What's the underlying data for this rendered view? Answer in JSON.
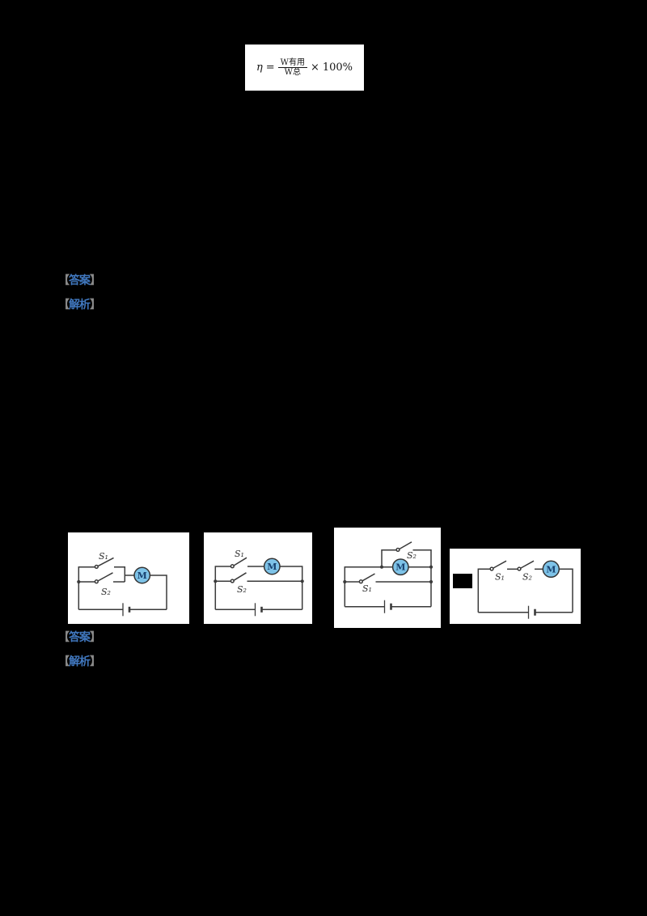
{
  "page": {
    "background": "#000000"
  },
  "formula": {
    "lhs": "η",
    "equals": "=",
    "numerator": "W有用",
    "denominator": "W总",
    "operator": "×",
    "percent": "100%"
  },
  "sections": [
    {
      "answer": {
        "open": "【",
        "text": "答案",
        "close": "】"
      },
      "analysis": {
        "open": "【",
        "text": "解析",
        "close": "】"
      }
    },
    {
      "answer": {
        "open": "【",
        "text": "答案",
        "close": "】"
      },
      "analysis": {
        "open": "【",
        "text": "解析",
        "close": "】"
      }
    }
  ],
  "circuits": [
    {
      "s1": "S₁",
      "s2": "S₂",
      "m": "M"
    },
    {
      "s1": "S₁",
      "s2": "S₂",
      "m": "M"
    },
    {
      "s1": "S₁",
      "s2": "S₂",
      "m": "M"
    },
    {
      "s1": "S₁",
      "s2": "S₂",
      "m": "M"
    }
  ],
  "colors": {
    "paper": "#ffffff",
    "wire": "#3a3a3a",
    "motor_fill": "#7ec3e8",
    "motor_letter": "#17406e",
    "badge_text": "#4077be",
    "badge_bracket": "#8a8a8a",
    "formula_ink": "#141414"
  }
}
